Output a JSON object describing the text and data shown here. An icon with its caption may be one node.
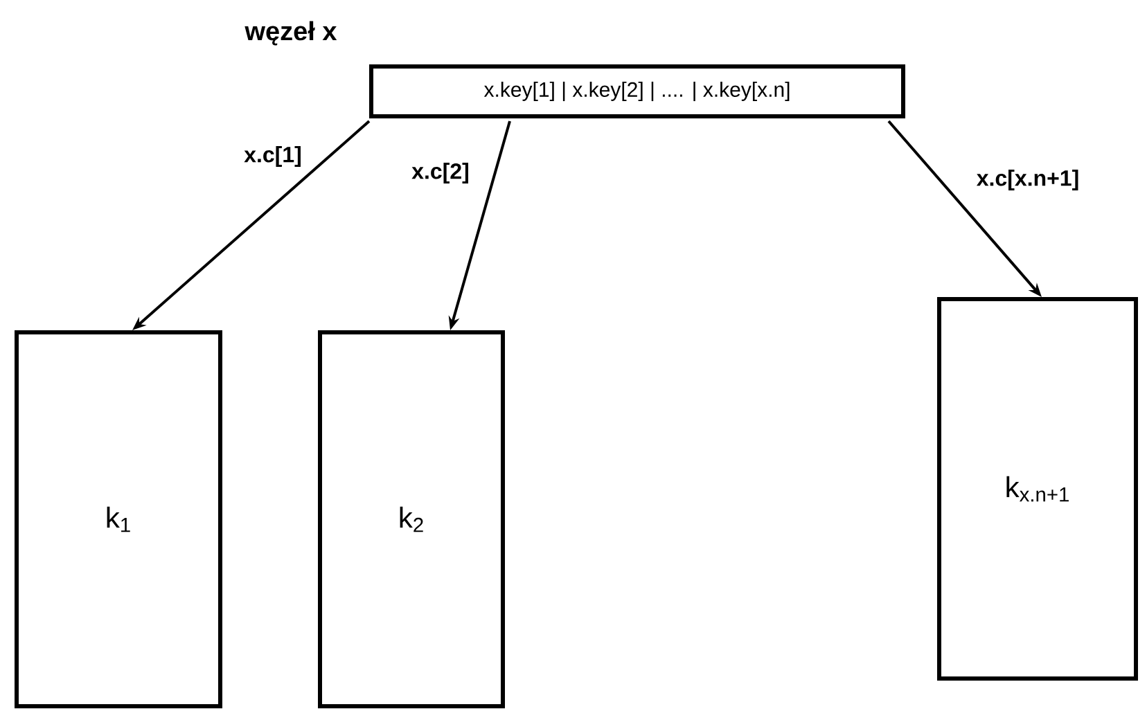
{
  "diagram": {
    "title": "węzeł x",
    "nodes": [
      {
        "text": [
          "x.key[1] | x.key[2] | .... | x.key[x.n]"
        ]
      },
      {
        "text": [
          "k$_{1}$"
        ]
      },
      {
        "text": [
          "k$_{2}$"
        ]
      },
      {
        "text": [
          "k$_{x.n+1}$"
        ]
      }
    ],
    "edges": [
      {
        "from": 0,
        "to": 1,
        "arrow": "to",
        "label": "x.c[1]"
      },
      {
        "from": 0,
        "to": 2,
        "arrow": "to",
        "label": "x.c[2]"
      },
      {
        "from": 0,
        "to": 3,
        "arrow": "to",
        "label": "x.c[x.n+1]"
      }
    ]
  }
}
